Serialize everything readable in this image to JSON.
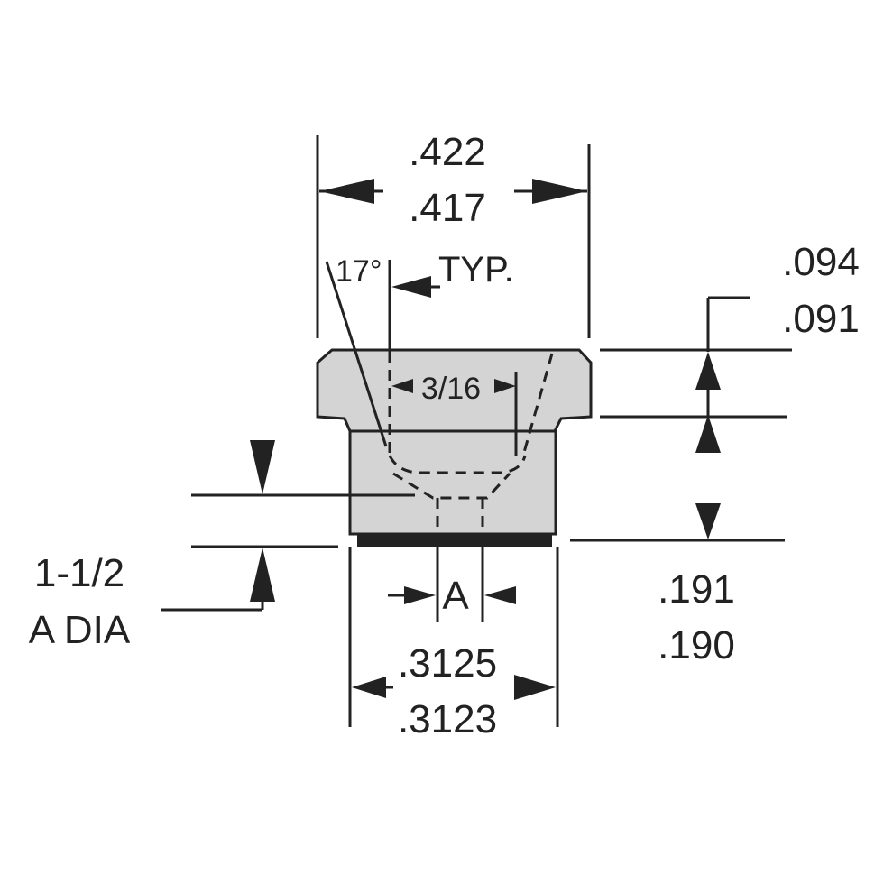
{
  "colors": {
    "part_fill": "#d4d4d4",
    "ink": "#222222",
    "base_band": "#222222",
    "background": "#ffffff"
  },
  "dimensions": {
    "flange_width_max": ".422",
    "flange_width_min": ".417",
    "angle": "17°",
    "angle_note": "TYP.",
    "counterbore": "3/16",
    "flange_thickness_max": ".094",
    "flange_thickness_min": ".091",
    "hole_label": "A",
    "chamfer_note_line1": "1-1/2",
    "chamfer_note_line2": "A DIA",
    "body_height_max": ".191",
    "body_height_min": ".190",
    "body_dia_max": ".3125",
    "body_dia_min": ".3123"
  }
}
